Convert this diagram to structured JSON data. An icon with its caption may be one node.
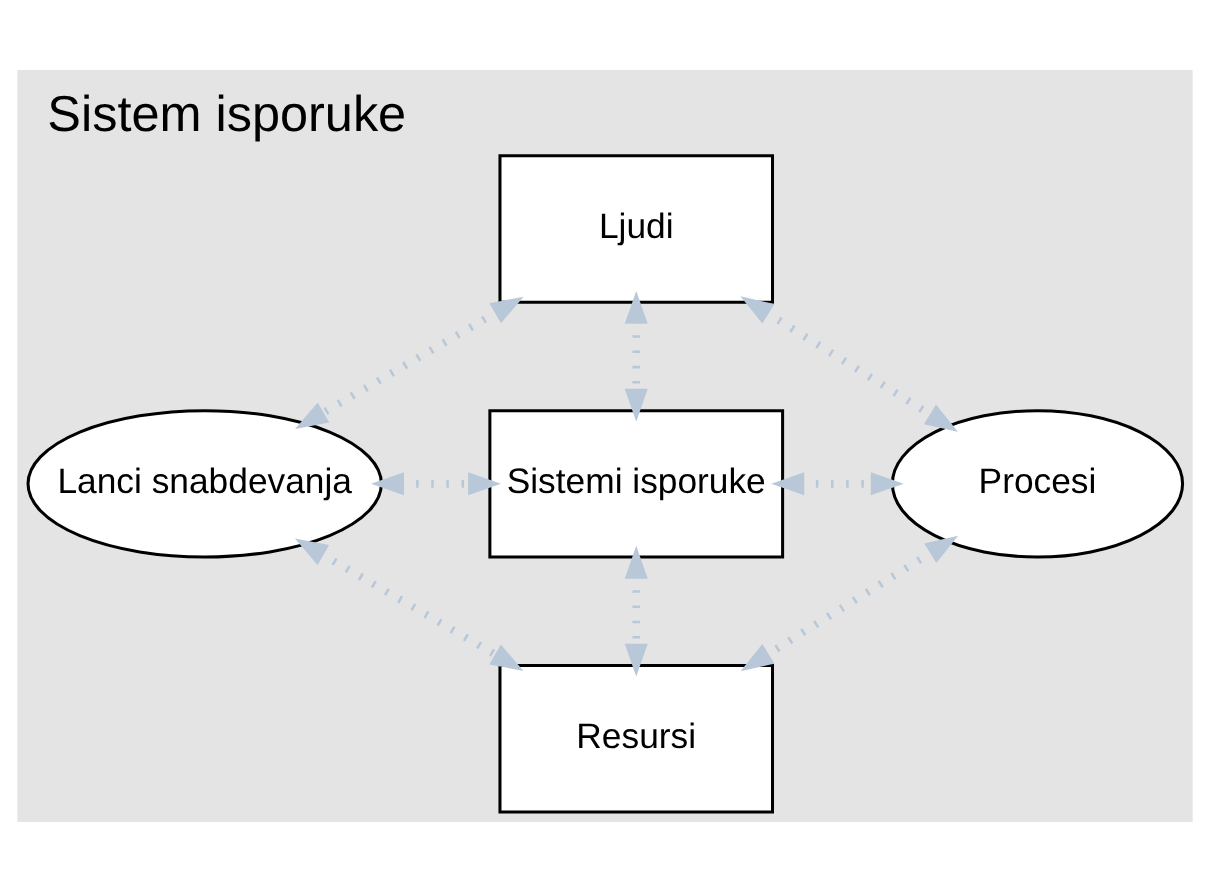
{
  "diagram": {
    "title": "Sistem isporuke",
    "nodes": [
      {
        "text": [
          "Ljudi"
        ]
      },
      {
        "text": [
          "Lanci snabdevanja"
        ]
      },
      {
        "text": [
          "Sistemi isporuke"
        ]
      },
      {
        "text": [
          "Procesi"
        ]
      },
      {
        "text": [
          "Resursi"
        ]
      }
    ],
    "edges": [
      {
        "from": 0,
        "to": 2,
        "arrow": "both"
      },
      {
        "from": 1,
        "to": 2,
        "arrow": "both"
      },
      {
        "from": 2,
        "to": 3,
        "arrow": "both"
      },
      {
        "from": 2,
        "to": 4,
        "arrow": "both"
      },
      {
        "from": 0,
        "to": 1,
        "arrow": "both"
      },
      {
        "from": 0,
        "to": 3,
        "arrow": "both"
      },
      {
        "from": 1,
        "to": 4,
        "arrow": "both"
      },
      {
        "from": 3,
        "to": 4,
        "arrow": "both"
      }
    ]
  }
}
